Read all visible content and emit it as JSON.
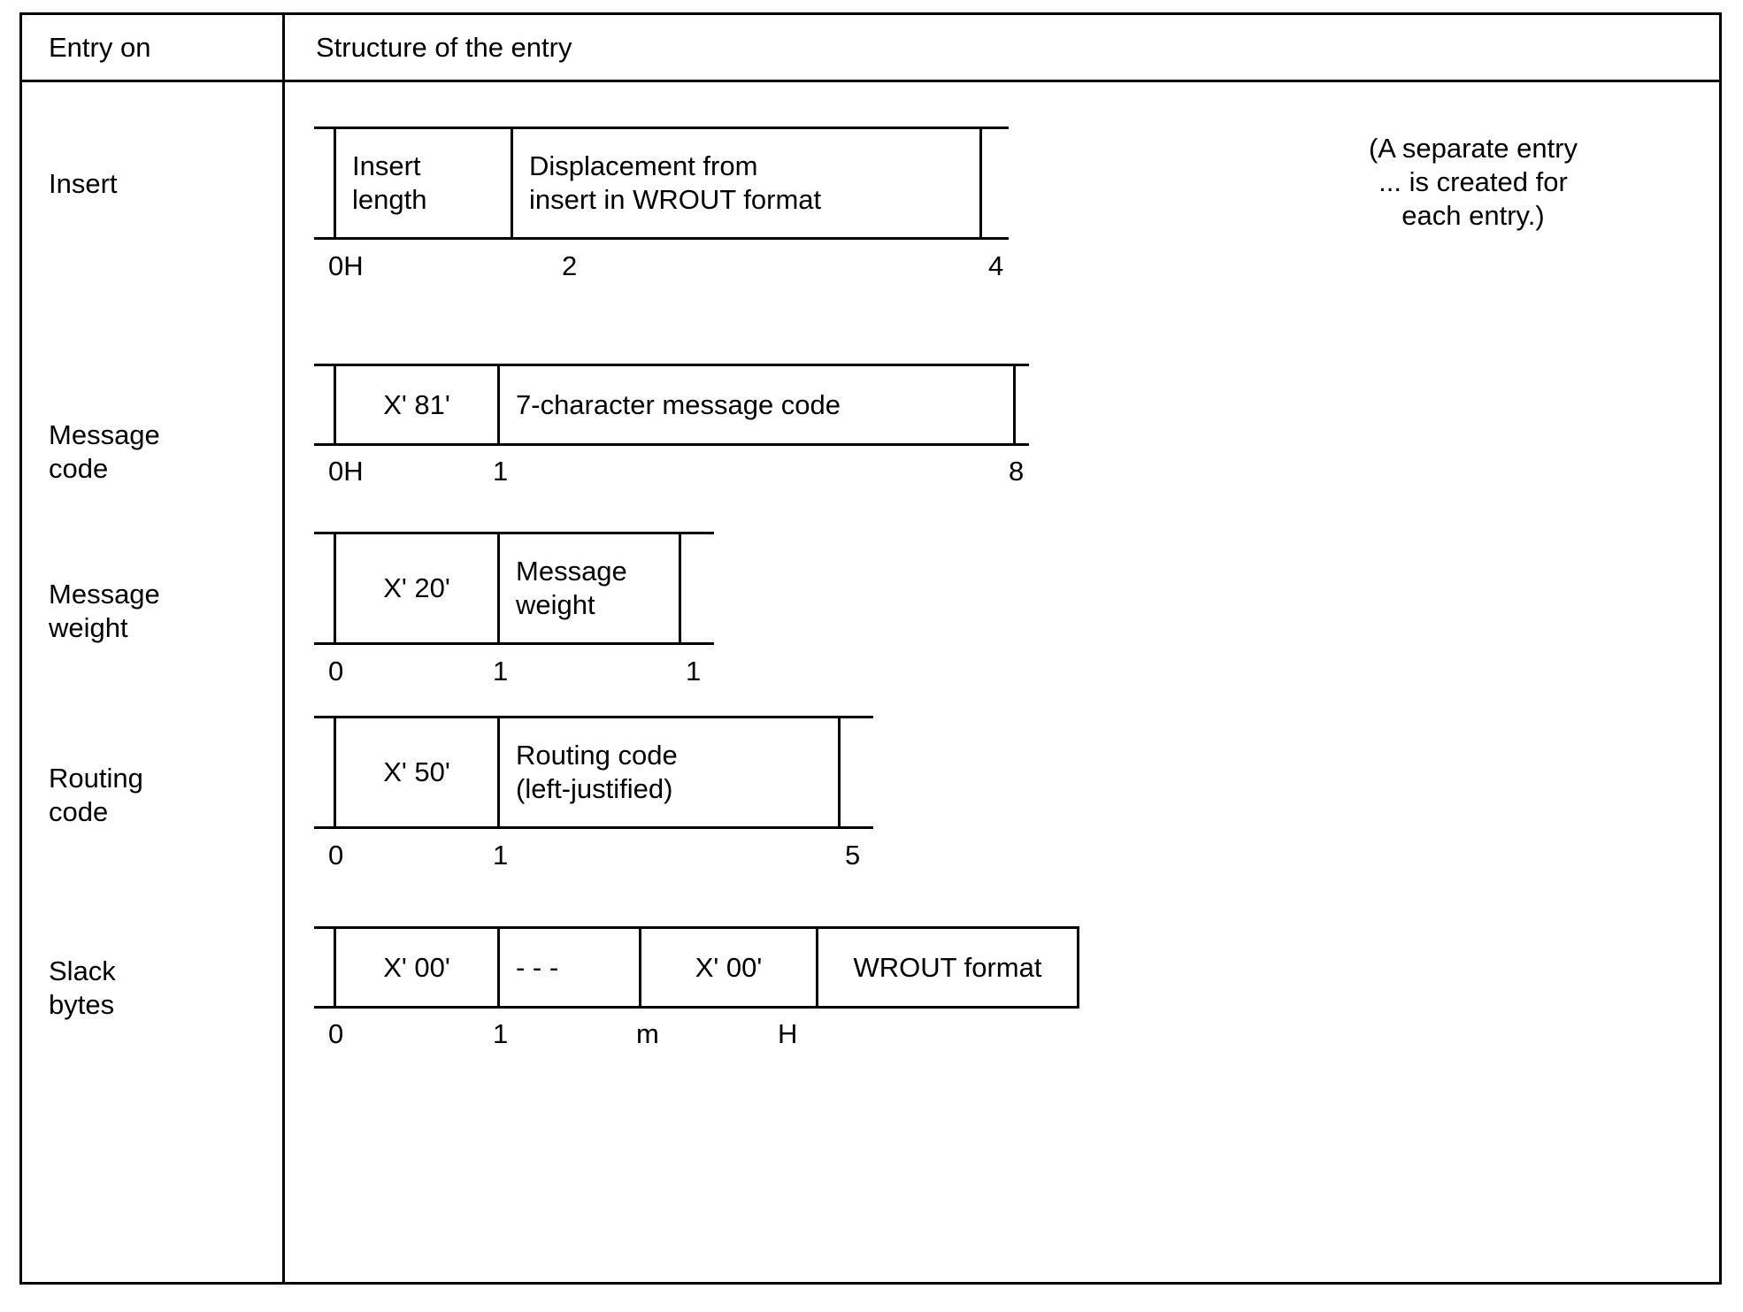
{
  "figure": {
    "header": {
      "left": "Entry on",
      "right": "Structure of the entry"
    },
    "rows": [
      {
        "label": "Insert",
        "cells": [
          {
            "text": "Insert\nlength",
            "align": "left"
          },
          {
            "text": "Displacement from\ninsert in WROUT format",
            "align": "left"
          }
        ],
        "offsets": [
          "0H",
          "2",
          "4"
        ],
        "note": "(A separate entry\n... is created for\neach entry.)"
      },
      {
        "label": "Message\ncode",
        "cells": [
          {
            "text": "X' 81'",
            "align": "center"
          },
          {
            "text": "7-character message code",
            "align": "left"
          }
        ],
        "offsets": [
          "0H",
          "1",
          "8"
        ],
        "note": ""
      },
      {
        "label": "Message\nweight",
        "cells": [
          {
            "text": "X' 20'",
            "align": "center"
          },
          {
            "text": "Message\nweight",
            "align": "left"
          }
        ],
        "offsets": [
          "0",
          "1",
          "1"
        ],
        "note": ""
      },
      {
        "label": "Routing\ncode",
        "cells": [
          {
            "text": "X' 50'",
            "align": "center"
          },
          {
            "text": "Routing code\n(left-justified)",
            "align": "left"
          }
        ],
        "offsets": [
          "0",
          "1",
          "5"
        ],
        "note": ""
      },
      {
        "label": "Slack\nbytes",
        "cells": [
          {
            "text": "X' 00'",
            "align": "center"
          },
          {
            "text": "- - -",
            "align": "left"
          },
          {
            "text": "X' 00'",
            "align": "center"
          },
          {
            "text": "WROUT format",
            "align": "center"
          }
        ],
        "offsets": [
          "0",
          "1",
          "m",
          "H"
        ],
        "note": ""
      }
    ]
  }
}
